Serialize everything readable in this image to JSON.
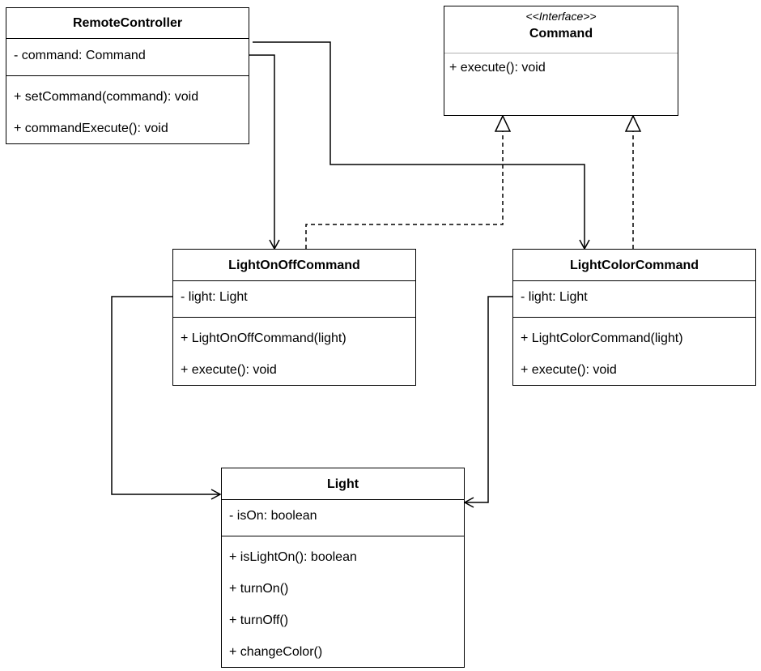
{
  "classes": {
    "remote": {
      "name": "RemoteController",
      "attributes": [
        "- command: Command"
      ],
      "methods": [
        "+ setCommand(command): void",
        "+ commandExecute(): void"
      ]
    },
    "command": {
      "stereotype": "<<Interface>>",
      "name": "Command",
      "methods": [
        "+ execute(): void"
      ]
    },
    "onoff": {
      "name": "LightOnOffCommand",
      "attributes": [
        "- light: Light"
      ],
      "methods": [
        "+ LightOnOffCommand(light)",
        "+ execute(): void"
      ]
    },
    "color": {
      "name": "LightColorCommand",
      "attributes": [
        "- light: Light"
      ],
      "methods": [
        "+ LightColorCommand(light)",
        "+ execute(): void"
      ]
    },
    "light": {
      "name": "Light",
      "attributes": [
        "- isOn: boolean"
      ],
      "methods": [
        "+ isLightOn(): boolean",
        "+ turnOn()",
        "+ turnOff()",
        "+ changeColor()"
      ]
    }
  },
  "relations": [
    {
      "from": "remote",
      "to": "onoff",
      "kind": "association"
    },
    {
      "from": "remote",
      "to": "color",
      "kind": "association"
    },
    {
      "from": "onoff",
      "to": "command",
      "kind": "realization"
    },
    {
      "from": "color",
      "to": "command",
      "kind": "realization"
    },
    {
      "from": "onoff",
      "to": "light",
      "kind": "association"
    },
    {
      "from": "color",
      "to": "light",
      "kind": "association"
    }
  ],
  "colors": {
    "line": "#000000",
    "background": "#ffffff",
    "interface_divider": "#b0b0b0"
  }
}
